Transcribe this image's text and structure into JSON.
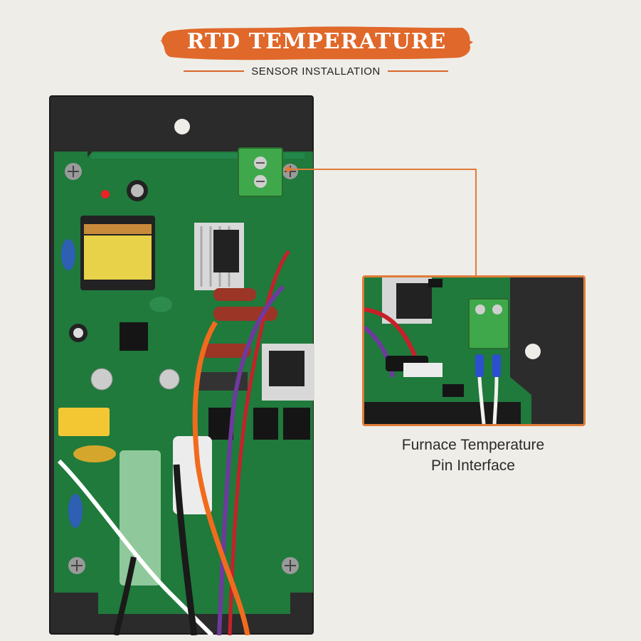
{
  "header": {
    "title": "RTD TEMPERATURE",
    "subtitle": "SENSOR INSTALLATION"
  },
  "callout": {
    "caption_line1": "Furnace Temperature",
    "caption_line2": "Pin Interface"
  },
  "colors": {
    "accent": "#e07b39",
    "banner": "#e0682a",
    "background": "#efede8",
    "pcb_green": "#1f7a3c",
    "terminal_green": "#3ea84a",
    "panel_black": "#2a2a2a"
  }
}
